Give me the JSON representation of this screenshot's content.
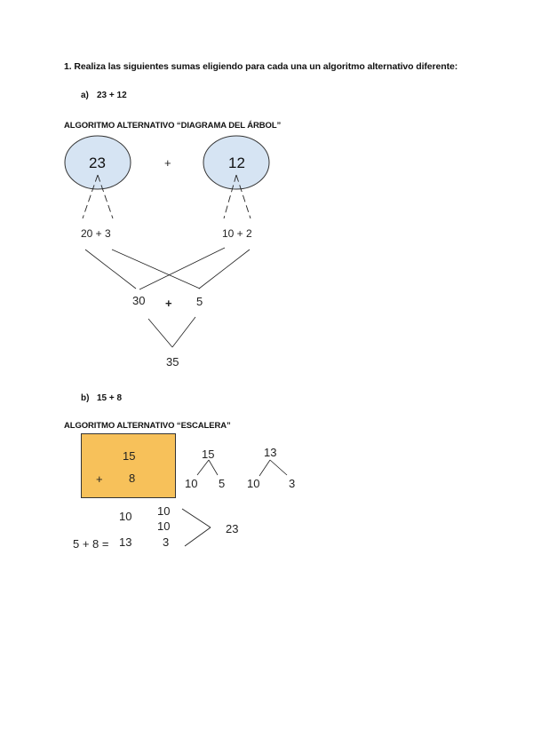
{
  "instruction": "1. Realiza las siguientes sumas eligiendo para cada una un algoritmo alternativo diferente:",
  "part_a": {
    "label": "a)",
    "expression": "23 + 12",
    "heading": "ALGORITMO ALTERNATIVO “DIAGRAMA DEL ÁRBOL”",
    "circle_left": "23",
    "plus": "+",
    "circle_right": "12",
    "split_left": "20 + 3",
    "split_right": "10 + 2",
    "tens_sum": "30",
    "mid_plus": "+",
    "ones_sum": "5",
    "result": "35",
    "circle_fill": "#d6e4f3"
  },
  "part_b": {
    "label": "b)",
    "expression": "15 + 8",
    "heading": "ALGORITMO ALTERNATIVO “ESCALERA”",
    "box_top": "15",
    "box_plus": "+",
    "box_bottom": "8",
    "box_fill": "#f7c15a",
    "tree1_top": "15",
    "tree1_left": "10",
    "tree1_right": "5",
    "tree2_top": "13",
    "tree2_left": "10",
    "tree2_right": "3",
    "row1_left": "10",
    "col_top": "10",
    "col_mid": "10",
    "equation": "5 + 8 =",
    "eq_result": "13",
    "col_bottom": "3",
    "final": "23"
  }
}
